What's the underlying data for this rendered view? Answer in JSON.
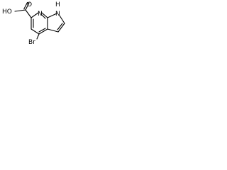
{
  "structure": {
    "atoms": {
      "ring_nitrogen": "N",
      "nh": "NH",
      "nh_h": "H",
      "nh_n": "N",
      "hydroxyl": "HO",
      "carbonyl_oxygen": "O",
      "bromine": "Br"
    }
  },
  "colors": {
    "bond": "#000000",
    "text": "#000000",
    "background": "#ffffff"
  }
}
